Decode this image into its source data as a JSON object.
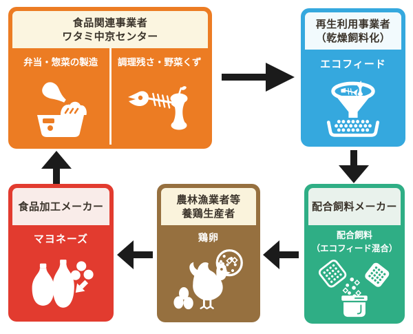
{
  "colors": {
    "background": "#ffffff",
    "orange": "#ec7c23",
    "orange-header": "#fbf5e0",
    "blue": "#35a8de",
    "blue-header": "#f2fafd",
    "green": "#2fae85",
    "green-header": "#e9f2ec",
    "brown": "#96703f",
    "brown-header": "#faf3dc",
    "red": "#e23b2f",
    "red-header": "#f9ece9",
    "arrow": "#1b1b1b",
    "header-text": "#3a332a",
    "label-text": "#ffffff"
  },
  "boxes": {
    "food_business": {
      "header_line1": "食品関連事業者",
      "header_line2": "ワタミ中京センター",
      "panel_left_label": "弁当・惣菜の製造",
      "panel_right_label": "調理残さ・野菜くず"
    },
    "recycler": {
      "header_line1": "再生利用事業者",
      "header_line2": "（乾燥飼料化）",
      "body_label": "エコフィード"
    },
    "feed_maker": {
      "header_line1": "配合飼料メーカー",
      "body_label_line1": "配合飼料",
      "body_label_line2": "（エコフィード混合）"
    },
    "poultry_farmer": {
      "header_line1": "農林漁業者等",
      "header_line2": "養鶏生産者",
      "body_label": "鶏卵"
    },
    "food_processor": {
      "header_line1": "食品加工メーカー",
      "body_label": "マヨネーズ"
    }
  },
  "icons": {
    "food_business_left": "bento-sauce-bottle-icon",
    "food_business_right": "fishbone-apple-core-icon",
    "recycler": "feed-grinder-funnel-icon",
    "feed_maker": "feed-bags-pouring-icon",
    "poultry_farmer": "hen-eggs-feed-bubble-icon",
    "food_processor": "mayonnaise-bottles-eggs-icon"
  },
  "arrows": [
    {
      "from": "food_business",
      "to": "recycler",
      "direction": "right"
    },
    {
      "from": "recycler",
      "to": "feed_maker",
      "direction": "down"
    },
    {
      "from": "feed_maker",
      "to": "poultry_farmer",
      "direction": "left"
    },
    {
      "from": "poultry_farmer",
      "to": "food_processor",
      "direction": "left"
    },
    {
      "from": "food_processor",
      "to": "food_business",
      "direction": "up"
    }
  ]
}
